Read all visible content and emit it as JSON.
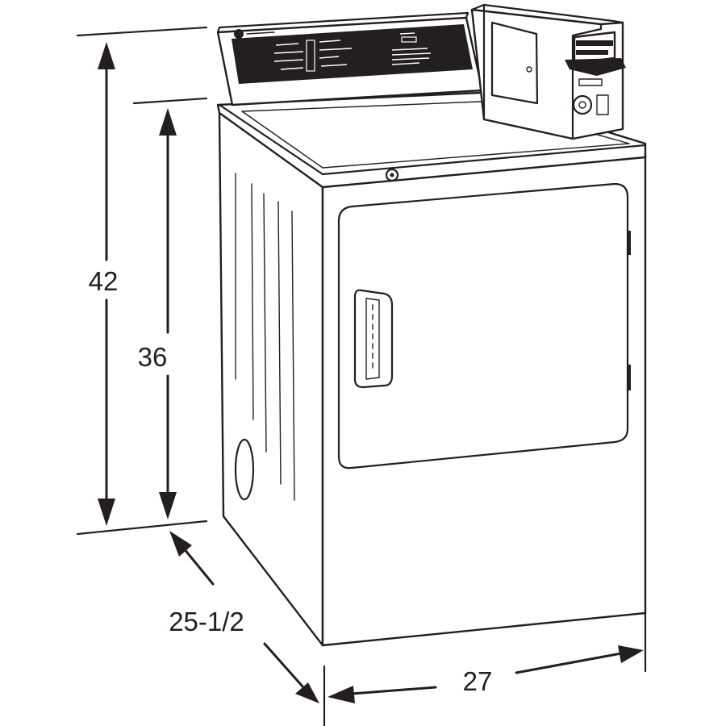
{
  "dimensions": {
    "overall_height": "42",
    "cabinet_height": "36",
    "depth": "25-1/2",
    "width": "27"
  },
  "colors": {
    "ink": "#231f20",
    "panel": "#231f20",
    "background": "#ffffff"
  }
}
